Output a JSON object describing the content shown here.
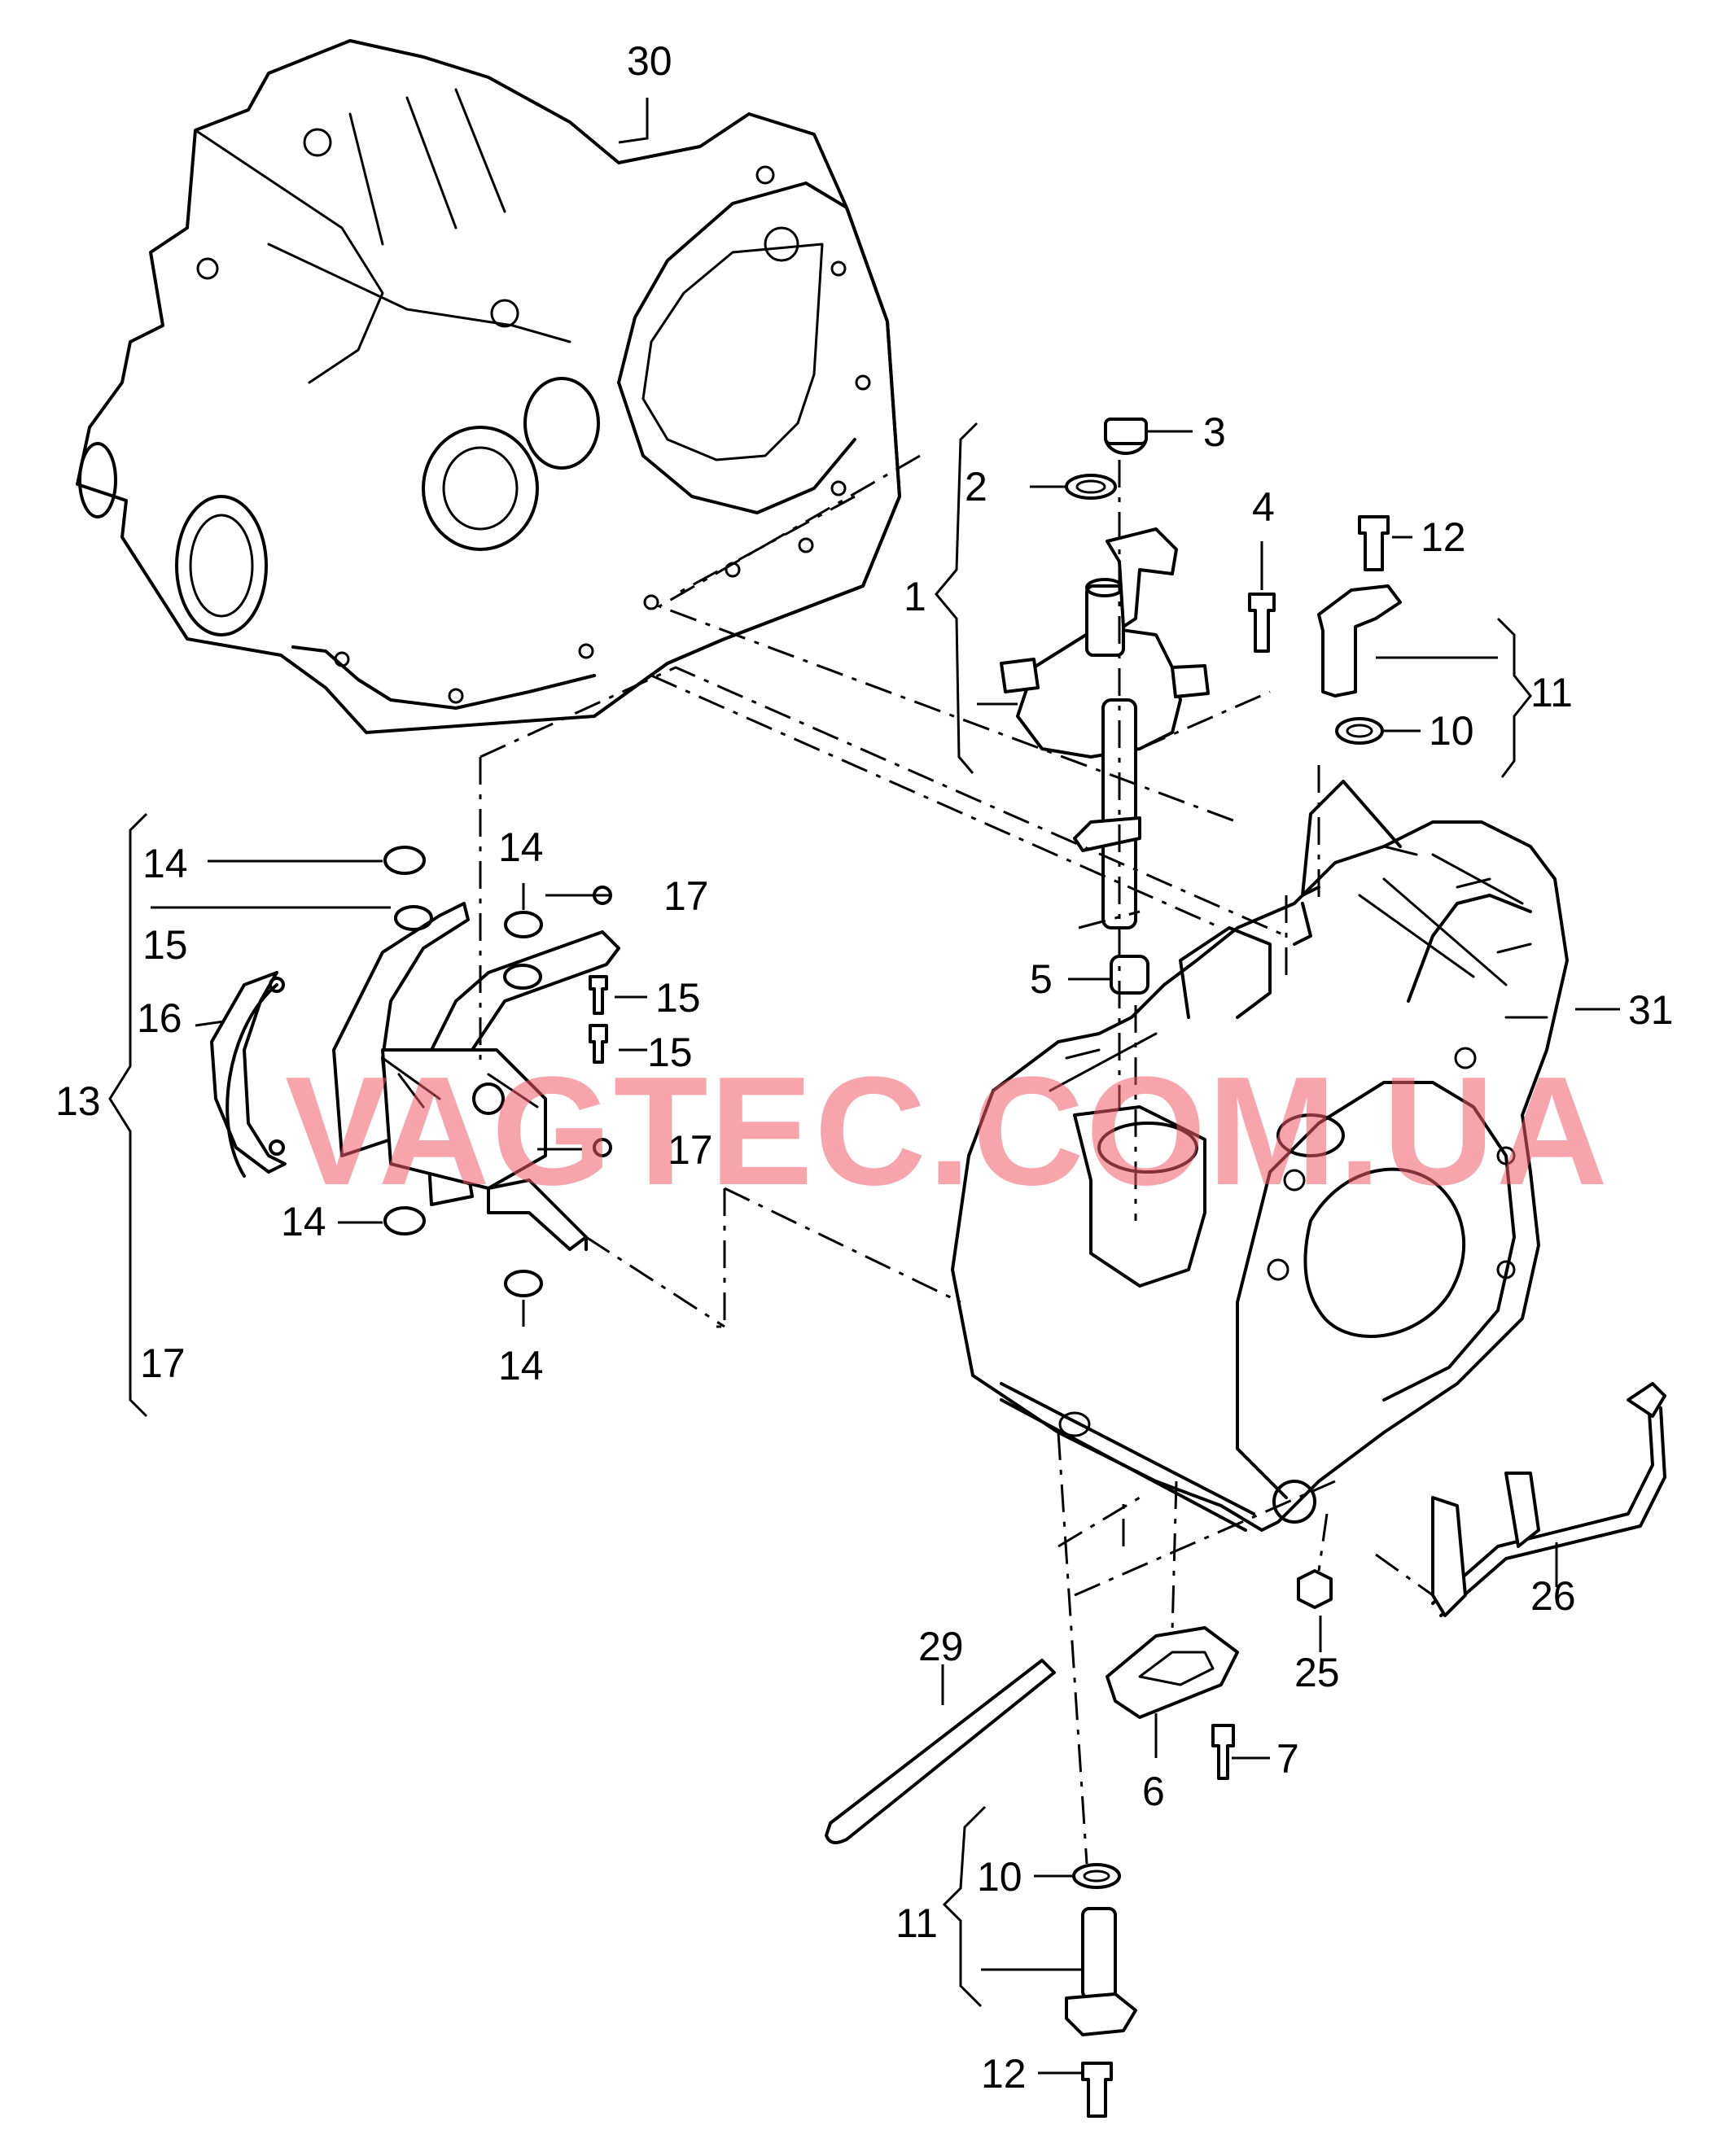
{
  "watermark": "VAGTEC.COM.UA",
  "callouts": [
    {
      "id": "c30",
      "text": "30"
    },
    {
      "id": "c3",
      "text": "3"
    },
    {
      "id": "c2",
      "text": "2"
    },
    {
      "id": "c1",
      "text": "1"
    },
    {
      "id": "c4",
      "text": "4"
    },
    {
      "id": "c12a",
      "text": "12"
    },
    {
      "id": "c11a",
      "text": "11"
    },
    {
      "id": "c10a",
      "text": "10"
    },
    {
      "id": "c14a",
      "text": "14"
    },
    {
      "id": "c14b",
      "text": "14"
    },
    {
      "id": "c17a",
      "text": "17"
    },
    {
      "id": "c15a",
      "text": "15"
    },
    {
      "id": "c15b",
      "text": "15"
    },
    {
      "id": "c15c",
      "text": "15"
    },
    {
      "id": "c16",
      "text": "16"
    },
    {
      "id": "c13",
      "text": "13"
    },
    {
      "id": "c17b",
      "text": "17"
    },
    {
      "id": "c14c",
      "text": "14"
    },
    {
      "id": "c14d",
      "text": "14"
    },
    {
      "id": "c17c",
      "text": "17"
    },
    {
      "id": "c5",
      "text": "5"
    },
    {
      "id": "c31",
      "text": "31"
    },
    {
      "id": "c26",
      "text": "26"
    },
    {
      "id": "c25",
      "text": "25"
    },
    {
      "id": "c29",
      "text": "29"
    },
    {
      "id": "c7",
      "text": "7"
    },
    {
      "id": "c6",
      "text": "6"
    },
    {
      "id": "c10b",
      "text": "10"
    },
    {
      "id": "c11b",
      "text": "11"
    },
    {
      "id": "c12b",
      "text": "12"
    }
  ]
}
